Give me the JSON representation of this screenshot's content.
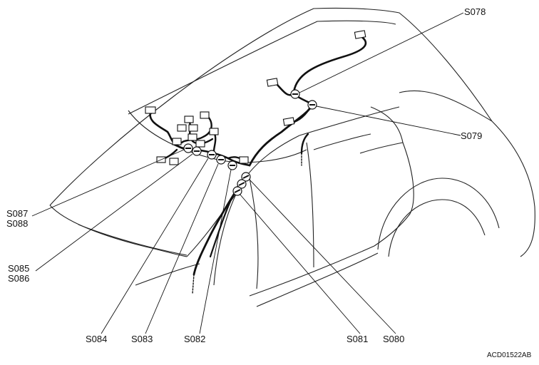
{
  "labels": {
    "s078": "S078",
    "s079": "S079",
    "s087": "S087",
    "s088": "S088",
    "s085": "S085",
    "s086": "S086",
    "s084": "S084",
    "s083": "S083",
    "s082": "S082",
    "s081": "S081",
    "s080": "S080"
  },
  "figure_id": "ACD01522AB",
  "colors": {
    "outline": "#222222",
    "harness": "#111111",
    "background": "#ffffff"
  }
}
